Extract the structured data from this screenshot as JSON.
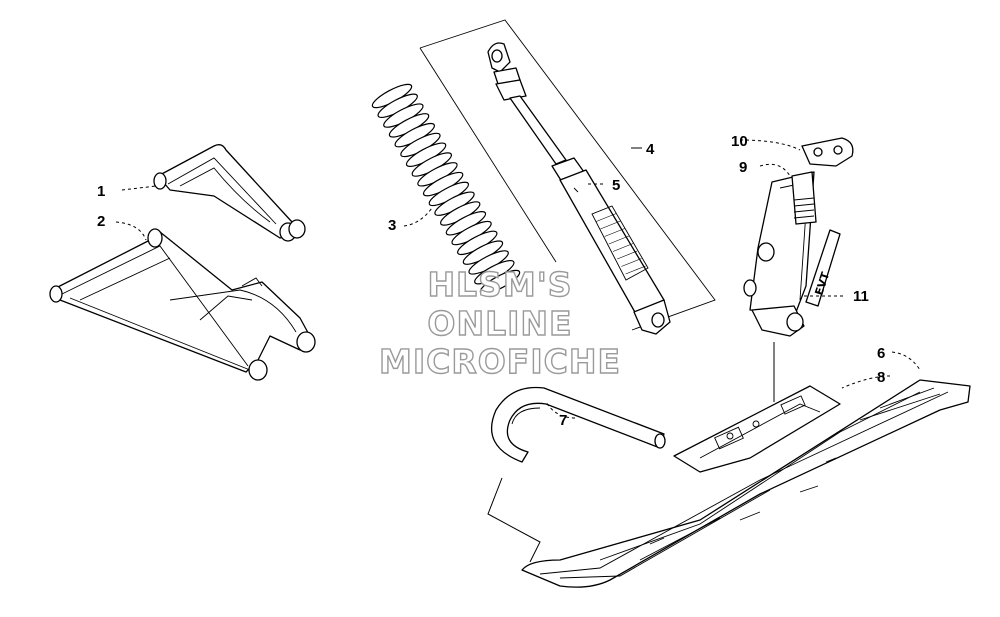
{
  "callouts": {
    "c1": "1",
    "c2": "2",
    "c3": "3",
    "c4": "4",
    "c5": "5",
    "c6": "6",
    "c7": "7",
    "c8": "8",
    "c9": "9",
    "c10": "10",
    "c11": "11"
  },
  "watermark": {
    "line1": "HLSM'S",
    "line2": "ONLINE",
    "line3": "MICROFICHE"
  },
  "decal_text": "EVT",
  "colors": {
    "ink": "#000000",
    "background": "#ffffff",
    "watermark_outline": "#9a9a9a"
  }
}
